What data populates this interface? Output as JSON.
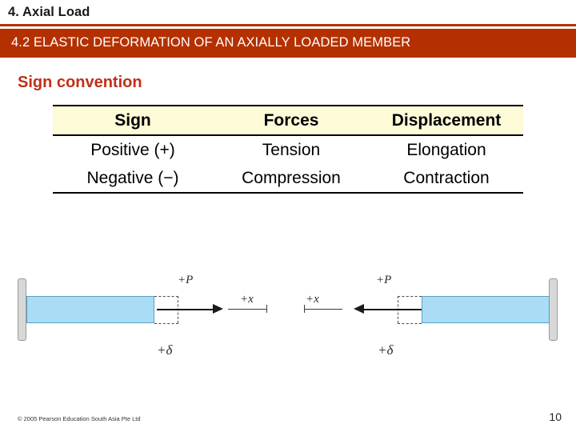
{
  "header": {
    "title": "4. Axial Load",
    "section": "4.2 ELASTIC DEFORMATION OF AN AXIALLY LOADED MEMBER",
    "accent_color": "#b53000"
  },
  "content": {
    "subheading": "Sign convention",
    "subheading_color": "#c0301a",
    "table": {
      "headers": [
        "Sign",
        "Forces",
        "Displacement"
      ],
      "header_bg": "#fdfbd8",
      "rows": [
        [
          "Positive (+)",
          "Tension",
          "Elongation"
        ],
        [
          "Negative (−)",
          "Compression",
          "Contraction"
        ]
      ]
    }
  },
  "figure": {
    "bar_color": "#aadcf5",
    "left": {
      "force_label": "+P",
      "axis_label": "+x",
      "delta_label": "+δ"
    },
    "right": {
      "force_label": "+P",
      "axis_label": "+x",
      "delta_label": "+δ"
    }
  },
  "footer": {
    "copyright": "© 2005 Pearson Education South Asia Pte Ltd",
    "page_number": "10"
  }
}
